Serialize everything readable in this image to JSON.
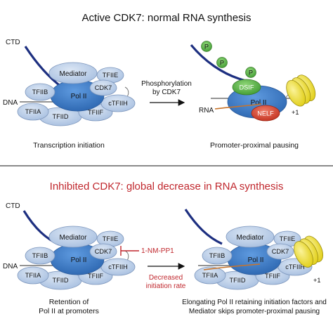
{
  "top": {
    "title": "Active CDK7: normal RNA synthesis",
    "left_caption": "Transcription initiation",
    "right_caption": "Promoter-proximal pausing",
    "arrow_line1": "Phosphorylation",
    "arrow_line2": "by CDK7",
    "ctd": "CTD",
    "dna": "DNA",
    "rna": "RNA",
    "p": "P",
    "plus_one": "+1"
  },
  "bottom": {
    "title": "Inhibited CDK7: global decrease in RNA synthesis",
    "ctd": "CTD",
    "dna": "DNA",
    "inhibitor": "1-NM-PP1",
    "arrow_line1": "Decreased",
    "arrow_line2": "initiation rate",
    "left_caption_line1": "Retention of",
    "left_caption_line2": "Pol II at promoters",
    "right_caption_line1": "Elongating Pol II retaining initiation factors and",
    "right_caption_line2": "Mediator skips promoter-proximal pausing",
    "plus_one": "+1"
  },
  "complex": {
    "mediator": "Mediator",
    "tfiie": "TFIIE",
    "cdk7": "CDK7",
    "tfiib": "TFIIB",
    "pol2": "Pol II",
    "tfiia": "TFIIA",
    "tfiid": "TFIID",
    "tfiif": "TFIIF",
    "ctfiih": "cTFIIH"
  },
  "paused": {
    "dsif": "DSIF",
    "pol2": "Pol II",
    "nelf": "NELF"
  },
  "colors": {
    "blue_light": "#b6cbe6",
    "pol2_blue": "#3f7cc4",
    "dsif_green": "#5cb84a",
    "nelf_red": "#d9432f",
    "nucleosome_yellow": "#f2e21c",
    "ctd_navy": "#1d2f80",
    "inhibitor_red": "#c0272d",
    "rna_orange": "#c8742b"
  }
}
